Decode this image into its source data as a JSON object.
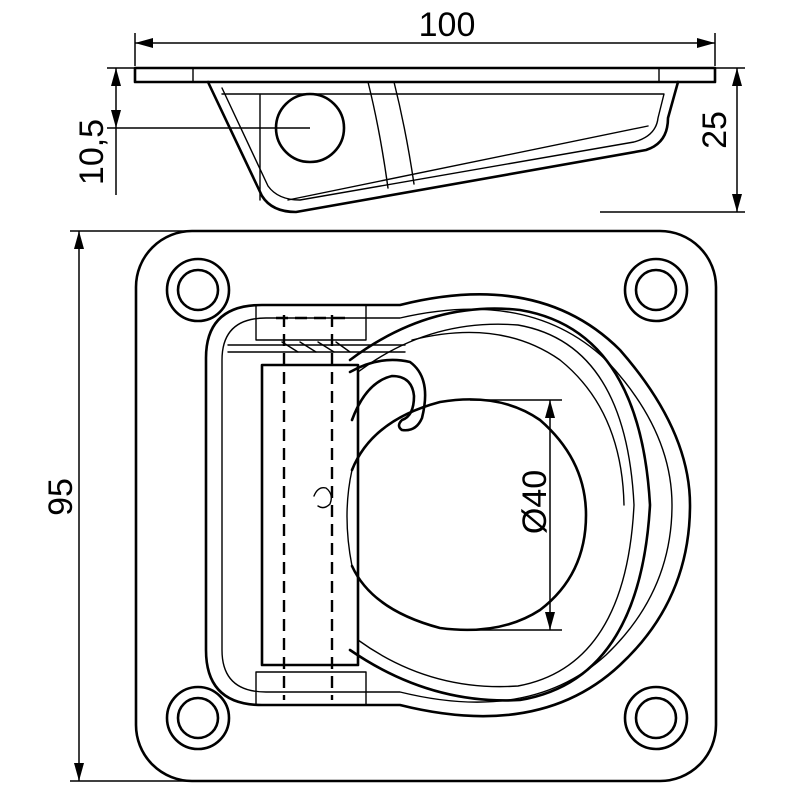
{
  "dimensions": {
    "width_top": "100",
    "height_side": "25",
    "offset_side": "10,5",
    "height_plan": "95",
    "ring_diameter": "Ø40"
  }
}
